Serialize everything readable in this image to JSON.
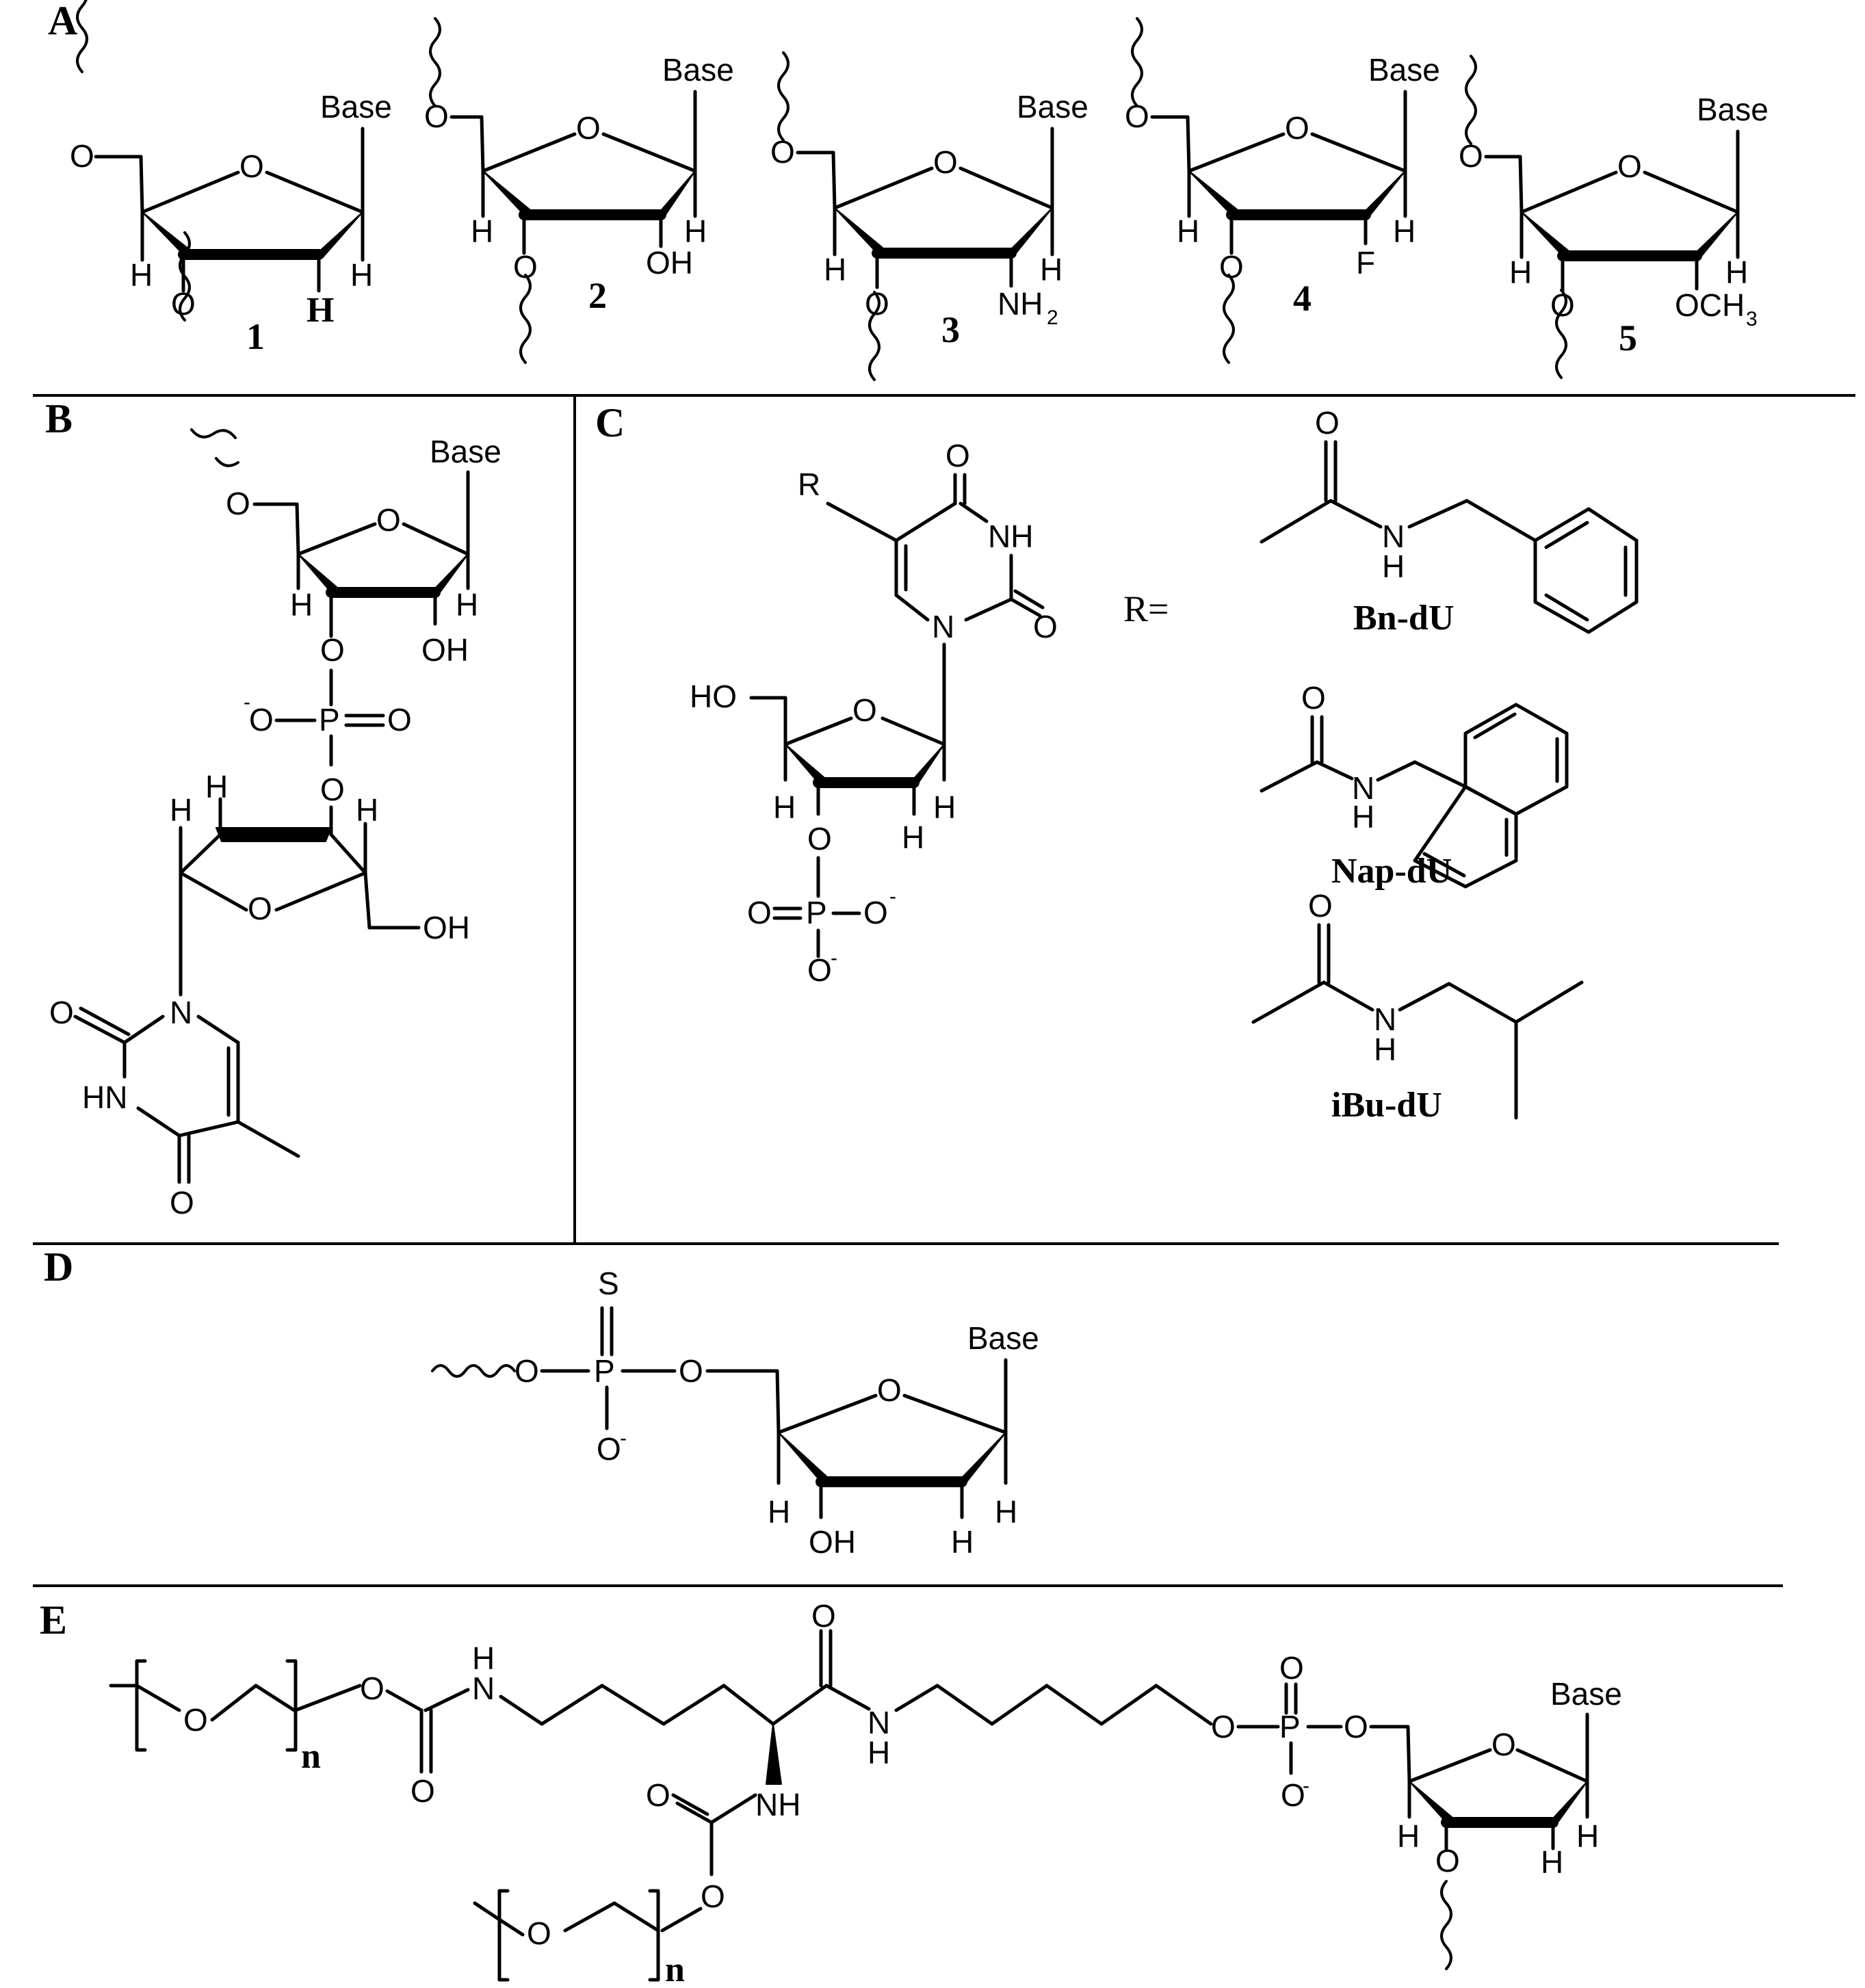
{
  "panels": {
    "a": "A",
    "b": "B",
    "c": "C",
    "d": "D",
    "e": "E"
  },
  "compounds": {
    "c1": "1",
    "c2": "2",
    "c3": "3",
    "c4": "4",
    "c5": "5"
  },
  "substituents": {
    "c2": "OH",
    "c3": "NH",
    "c3_sub": "2",
    "c4": "F",
    "c5": "OCH",
    "c5_sub": "3"
  },
  "atoms": {
    "base": "Base",
    "o": "O",
    "h": "H",
    "oh": "OH",
    "ho": "HO",
    "n": "N",
    "nh": "NH",
    "hn": "HN",
    "p": "P",
    "s": "S",
    "r": "R",
    "minus": "-",
    "rep_n": "n"
  },
  "r_group": {
    "label": "R=",
    "names": [
      "Bn-dU",
      "Nap-dU",
      "iBu-dU"
    ]
  }
}
